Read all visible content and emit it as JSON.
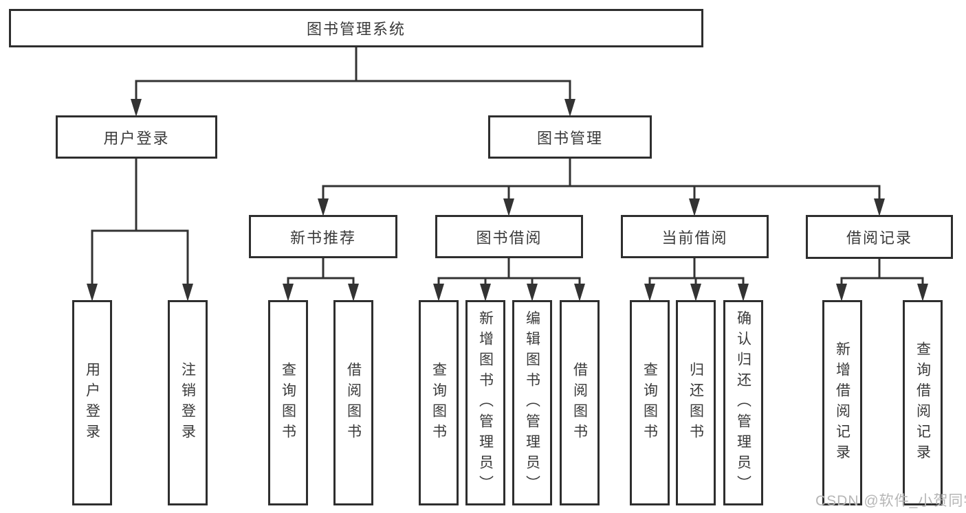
{
  "diagram": {
    "root": {
      "label": "图书管理系统"
    },
    "level2": [
      {
        "label": "用户登录"
      },
      {
        "label": "图书管理"
      }
    ],
    "level3": [
      {
        "label": "新书推荐"
      },
      {
        "label": "图书借阅"
      },
      {
        "label": "当前借阅"
      },
      {
        "label": "借阅记录"
      }
    ],
    "leaves": [
      {
        "label": "用户登录"
      },
      {
        "label": "注销登录"
      },
      {
        "label": "查询图书"
      },
      {
        "label": "借阅图书"
      },
      {
        "label": "查询图书"
      },
      {
        "label": "新增图书（管理员）"
      },
      {
        "label": "编辑图书（管理员）"
      },
      {
        "label": "借阅图书"
      },
      {
        "label": "查询图书"
      },
      {
        "label": "归还图书"
      },
      {
        "label": "确认归还（管理员）"
      },
      {
        "label": "新增借阅记录"
      },
      {
        "label": "查询借阅记录"
      }
    ]
  },
  "watermark": {
    "text": "CSDN @软件_小贺同学"
  },
  "colors": {
    "background": "#ffffff",
    "border": "#2e2e2e",
    "line": "#333333",
    "text": "#3a3a3a",
    "watermark": "#b6b6b6"
  }
}
